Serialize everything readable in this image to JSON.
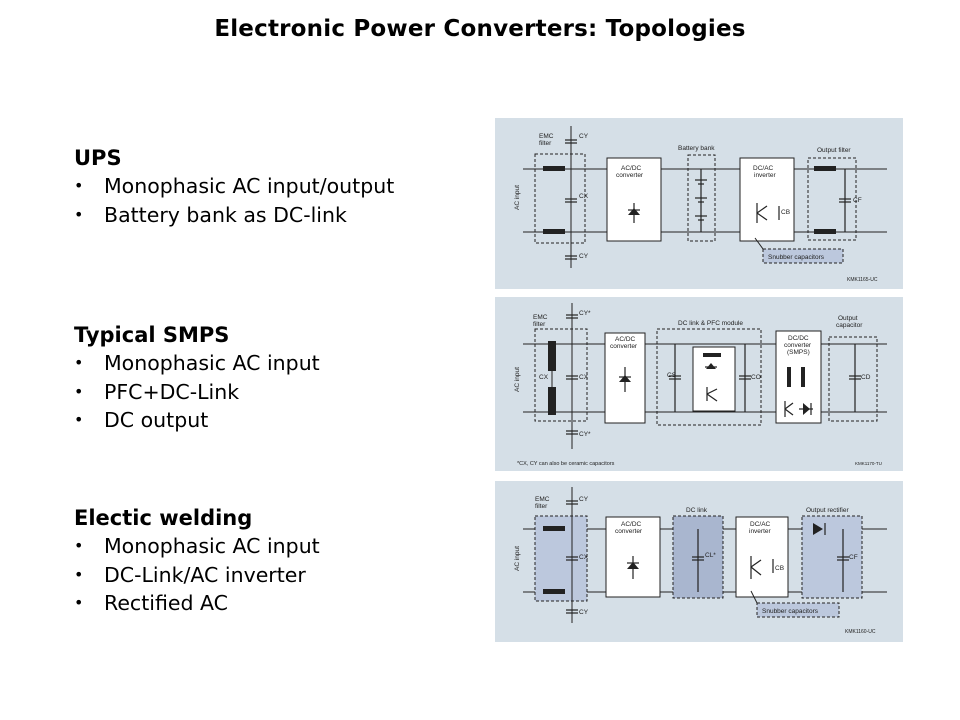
{
  "slide": {
    "title": "Electronic Power Converters: Topologies"
  },
  "sections": [
    {
      "heading": "UPS",
      "bullets": [
        "Monophasic AC input/output",
        "Battery bank as DC-link"
      ]
    },
    {
      "heading": "Typical SMPS",
      "bullets": [
        "Monophasic AC input",
        "PFC+DC-Link",
        "DC output"
      ]
    },
    {
      "heading": "Electic welding",
      "bullets": [
        "Monophasic AC input",
        "DC-Link/AC inverter",
        "Rectified AC"
      ]
    }
  ],
  "diagrams": {
    "ups": {
      "ac_input": "AC input",
      "emc": [
        "EMC",
        "filter"
      ],
      "acdc": [
        "AC/DC",
        "converter"
      ],
      "battery": "Battery bank",
      "dcac": [
        "DC/AC",
        "inverter"
      ],
      "output_filter": "Output filter",
      "snubber": "Snubber capacitors",
      "caps": {
        "cx": "CX",
        "cy": "CY",
        "cy2": "CY",
        "cb": "CB",
        "cf": "CF"
      },
      "code": "KMK1165-UC"
    },
    "smps": {
      "ac_input": "AC input",
      "emc": [
        "EMC",
        "filter"
      ],
      "acdc": [
        "AC/DC",
        "converter"
      ],
      "dclink": "DC link & PFC module",
      "dcdc": [
        "DC/DC",
        "converter",
        "(SMPS)"
      ],
      "output": [
        "Output",
        "capacitor"
      ],
      "caps": {
        "cx": "CX",
        "cy1": "CY*",
        "cy2": "CY*",
        "cx2": "CX",
        "cs": "CS",
        "co": "CO",
        "cd": "CD"
      },
      "footnote": "*CX, CY can also be ceramic capacitors",
      "code": "KMK1170-TU"
    },
    "weld": {
      "ac_input": "AC input",
      "emc": [
        "EMC",
        "filter"
      ],
      "acdc": [
        "AC/DC",
        "converter"
      ],
      "dclink": "DC link",
      "dcac": [
        "DC/AC",
        "inverter"
      ],
      "output_rect": "Output rectifier",
      "snubber": "Snubber capacitors",
      "caps": {
        "cx": "CX",
        "cy": "CY",
        "cy2": "CY",
        "cl": "CL*",
        "cb": "CB",
        "cf": "CF"
      },
      "code": "KMK1160-UC"
    }
  },
  "colors": {
    "diagram_bg": "#d5dfe7",
    "block_fill": "#ffffff",
    "shaded_block": "#bcc8dd",
    "dark_block": "#a9b6cf",
    "line": "#222222"
  }
}
